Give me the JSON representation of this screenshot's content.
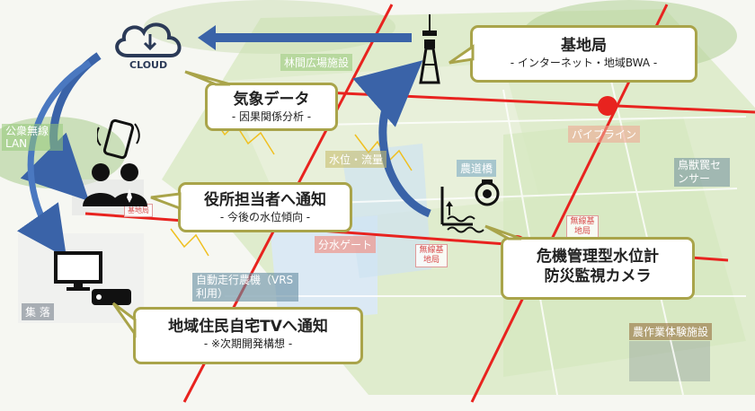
{
  "cloud": {
    "label": "CLOUD"
  },
  "callouts": {
    "base_station": {
      "title": "基地局",
      "subtitle": "- インターネット・地域BWA -"
    },
    "weather": {
      "title": "気象データ",
      "subtitle": "- 因果関係分析 -"
    },
    "officials": {
      "title": "役所担当者へ通知",
      "subtitle": "- 今後の水位傾向 -"
    },
    "water_level": {
      "line1": "危機管理型水位計",
      "line2": "防災監視カメラ"
    },
    "residents": {
      "title": "地域住民自宅TVへ通知",
      "subtitle": "- ※次期開発構想 -"
    }
  },
  "background_labels": {
    "hall": "林間広場施設",
    "lan": "公衆無線LAN",
    "pipeline": "パイプライン",
    "water_flow": "水位・流量",
    "farm_bridge": "農道橋",
    "sensor": "鳥獣罠センサー",
    "gate": "分水ゲート",
    "tractor": "自動走行農機（VRS利用）",
    "village": "集 落",
    "farm_facility": "農作業体験施設",
    "base_a": "無線基地局",
    "base_b": "無線基地局",
    "base_c": "基地局"
  },
  "colors": {
    "callout_border": "#a9a44a",
    "arrow": "#3a63a8",
    "road": "#e8231f"
  }
}
